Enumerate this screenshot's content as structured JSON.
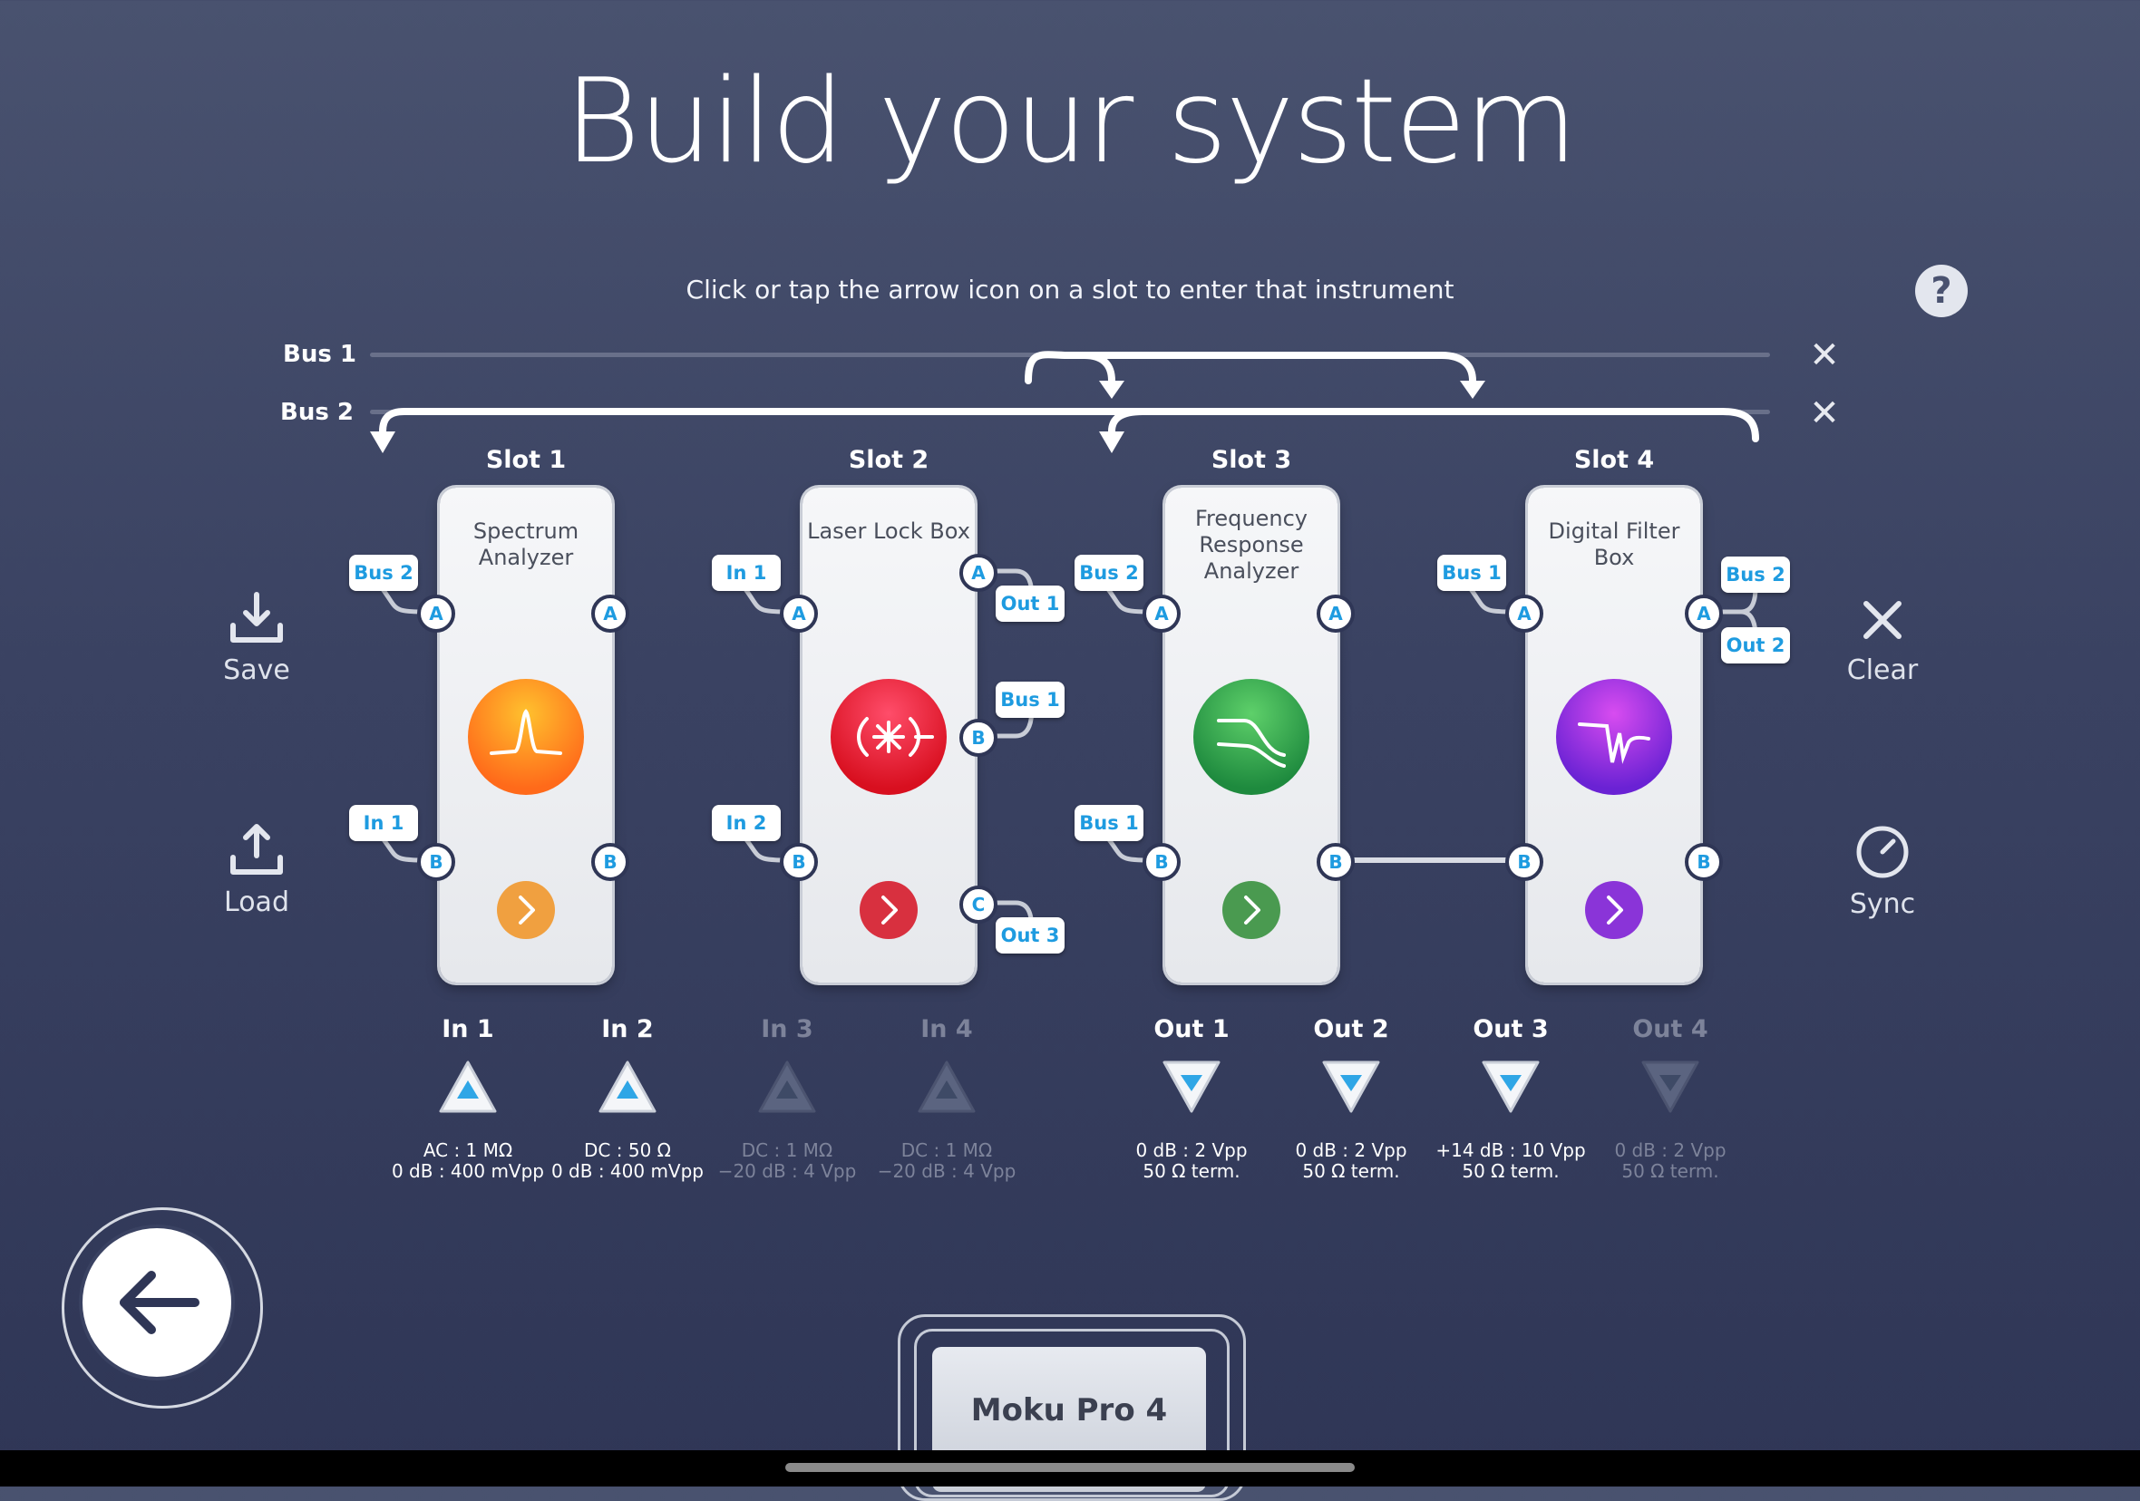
{
  "title": "Build your system",
  "hint": "Click or tap the arrow icon on a slot to enter that instrument",
  "help_glyph": "?",
  "buses": [
    {
      "label": "Bus 1",
      "close_glyph": "✕"
    },
    {
      "label": "Bus 2",
      "close_glyph": "✕"
    }
  ],
  "slots": [
    {
      "label": "Slot 1",
      "name": "Spectrum Analyzer",
      "icon": "spectrum-analyzer-icon",
      "color": "#f08a24",
      "tags": {
        "in_a": "Bus 2",
        "in_b": "In 1"
      },
      "ports": {
        "in_a": "A",
        "in_b": "B",
        "out_a": "A",
        "out_b": "B"
      }
    },
    {
      "label": "Slot 2",
      "name": "Laser Lock Box",
      "icon": "laser-lock-box-icon",
      "color": "#d8223f",
      "tags": {
        "in_a": "In 1",
        "in_b": "In 2",
        "out_a": "Out 1",
        "out_b": "Bus 1",
        "out_c": "Out 3"
      },
      "ports": {
        "in_a": "A",
        "in_b": "B",
        "out_a": "A",
        "out_b": "B",
        "out_c": "C"
      }
    },
    {
      "label": "Slot 3",
      "name": "Frequency Response Analyzer",
      "icon": "frequency-response-analyzer-icon",
      "color": "#3a9a48",
      "tags": {
        "in_a": "Bus 2",
        "in_b": "Bus 1"
      },
      "ports": {
        "in_a": "A",
        "in_b": "B",
        "out_a": "A",
        "out_b": "B"
      }
    },
    {
      "label": "Slot 4",
      "name": "Digital Filter Box",
      "icon": "digital-filter-box-icon",
      "color": "#8a2bd8",
      "tags": {
        "in_a": "Bus 1",
        "out_a1": "Bus 2",
        "out_a2": "Out 2"
      },
      "ports": {
        "in_a": "A",
        "in_b": "B",
        "out_a": "A",
        "out_b": "B"
      }
    }
  ],
  "side": {
    "save": "Save",
    "load": "Load",
    "clear": "Clear",
    "sync": "Sync"
  },
  "inputs": [
    {
      "label": "In 1",
      "line1": "AC : 1 MΩ",
      "line2": "0 dB : 400 mVpp",
      "active": true
    },
    {
      "label": "In 2",
      "line1": "DC : 50 Ω",
      "line2": "0 dB : 400 mVpp",
      "active": true
    },
    {
      "label": "In 3",
      "line1": "DC : 1 MΩ",
      "line2": "−20 dB : 4 Vpp",
      "active": false
    },
    {
      "label": "In 4",
      "line1": "DC : 1 MΩ",
      "line2": "−20 dB : 4 Vpp",
      "active": false
    }
  ],
  "outputs": [
    {
      "label": "Out 1",
      "line1": "0 dB : 2 Vpp",
      "line2": "50 Ω term.",
      "active": true
    },
    {
      "label": "Out 2",
      "line1": "0 dB : 2 Vpp",
      "line2": "50 Ω term.",
      "active": true
    },
    {
      "label": "Out 3",
      "line1": "+14 dB : 10 Vpp",
      "line2": "50 Ω term.",
      "active": true
    },
    {
      "label": "Out 4",
      "line1": "0 dB : 2 Vpp",
      "line2": "50 Ω term.",
      "active": false
    }
  ],
  "device": "Moku Pro 4",
  "colors": {
    "background": "#3a4262",
    "tag_text": "#1e9be0",
    "accent_blue": "#2fa6e6"
  }
}
